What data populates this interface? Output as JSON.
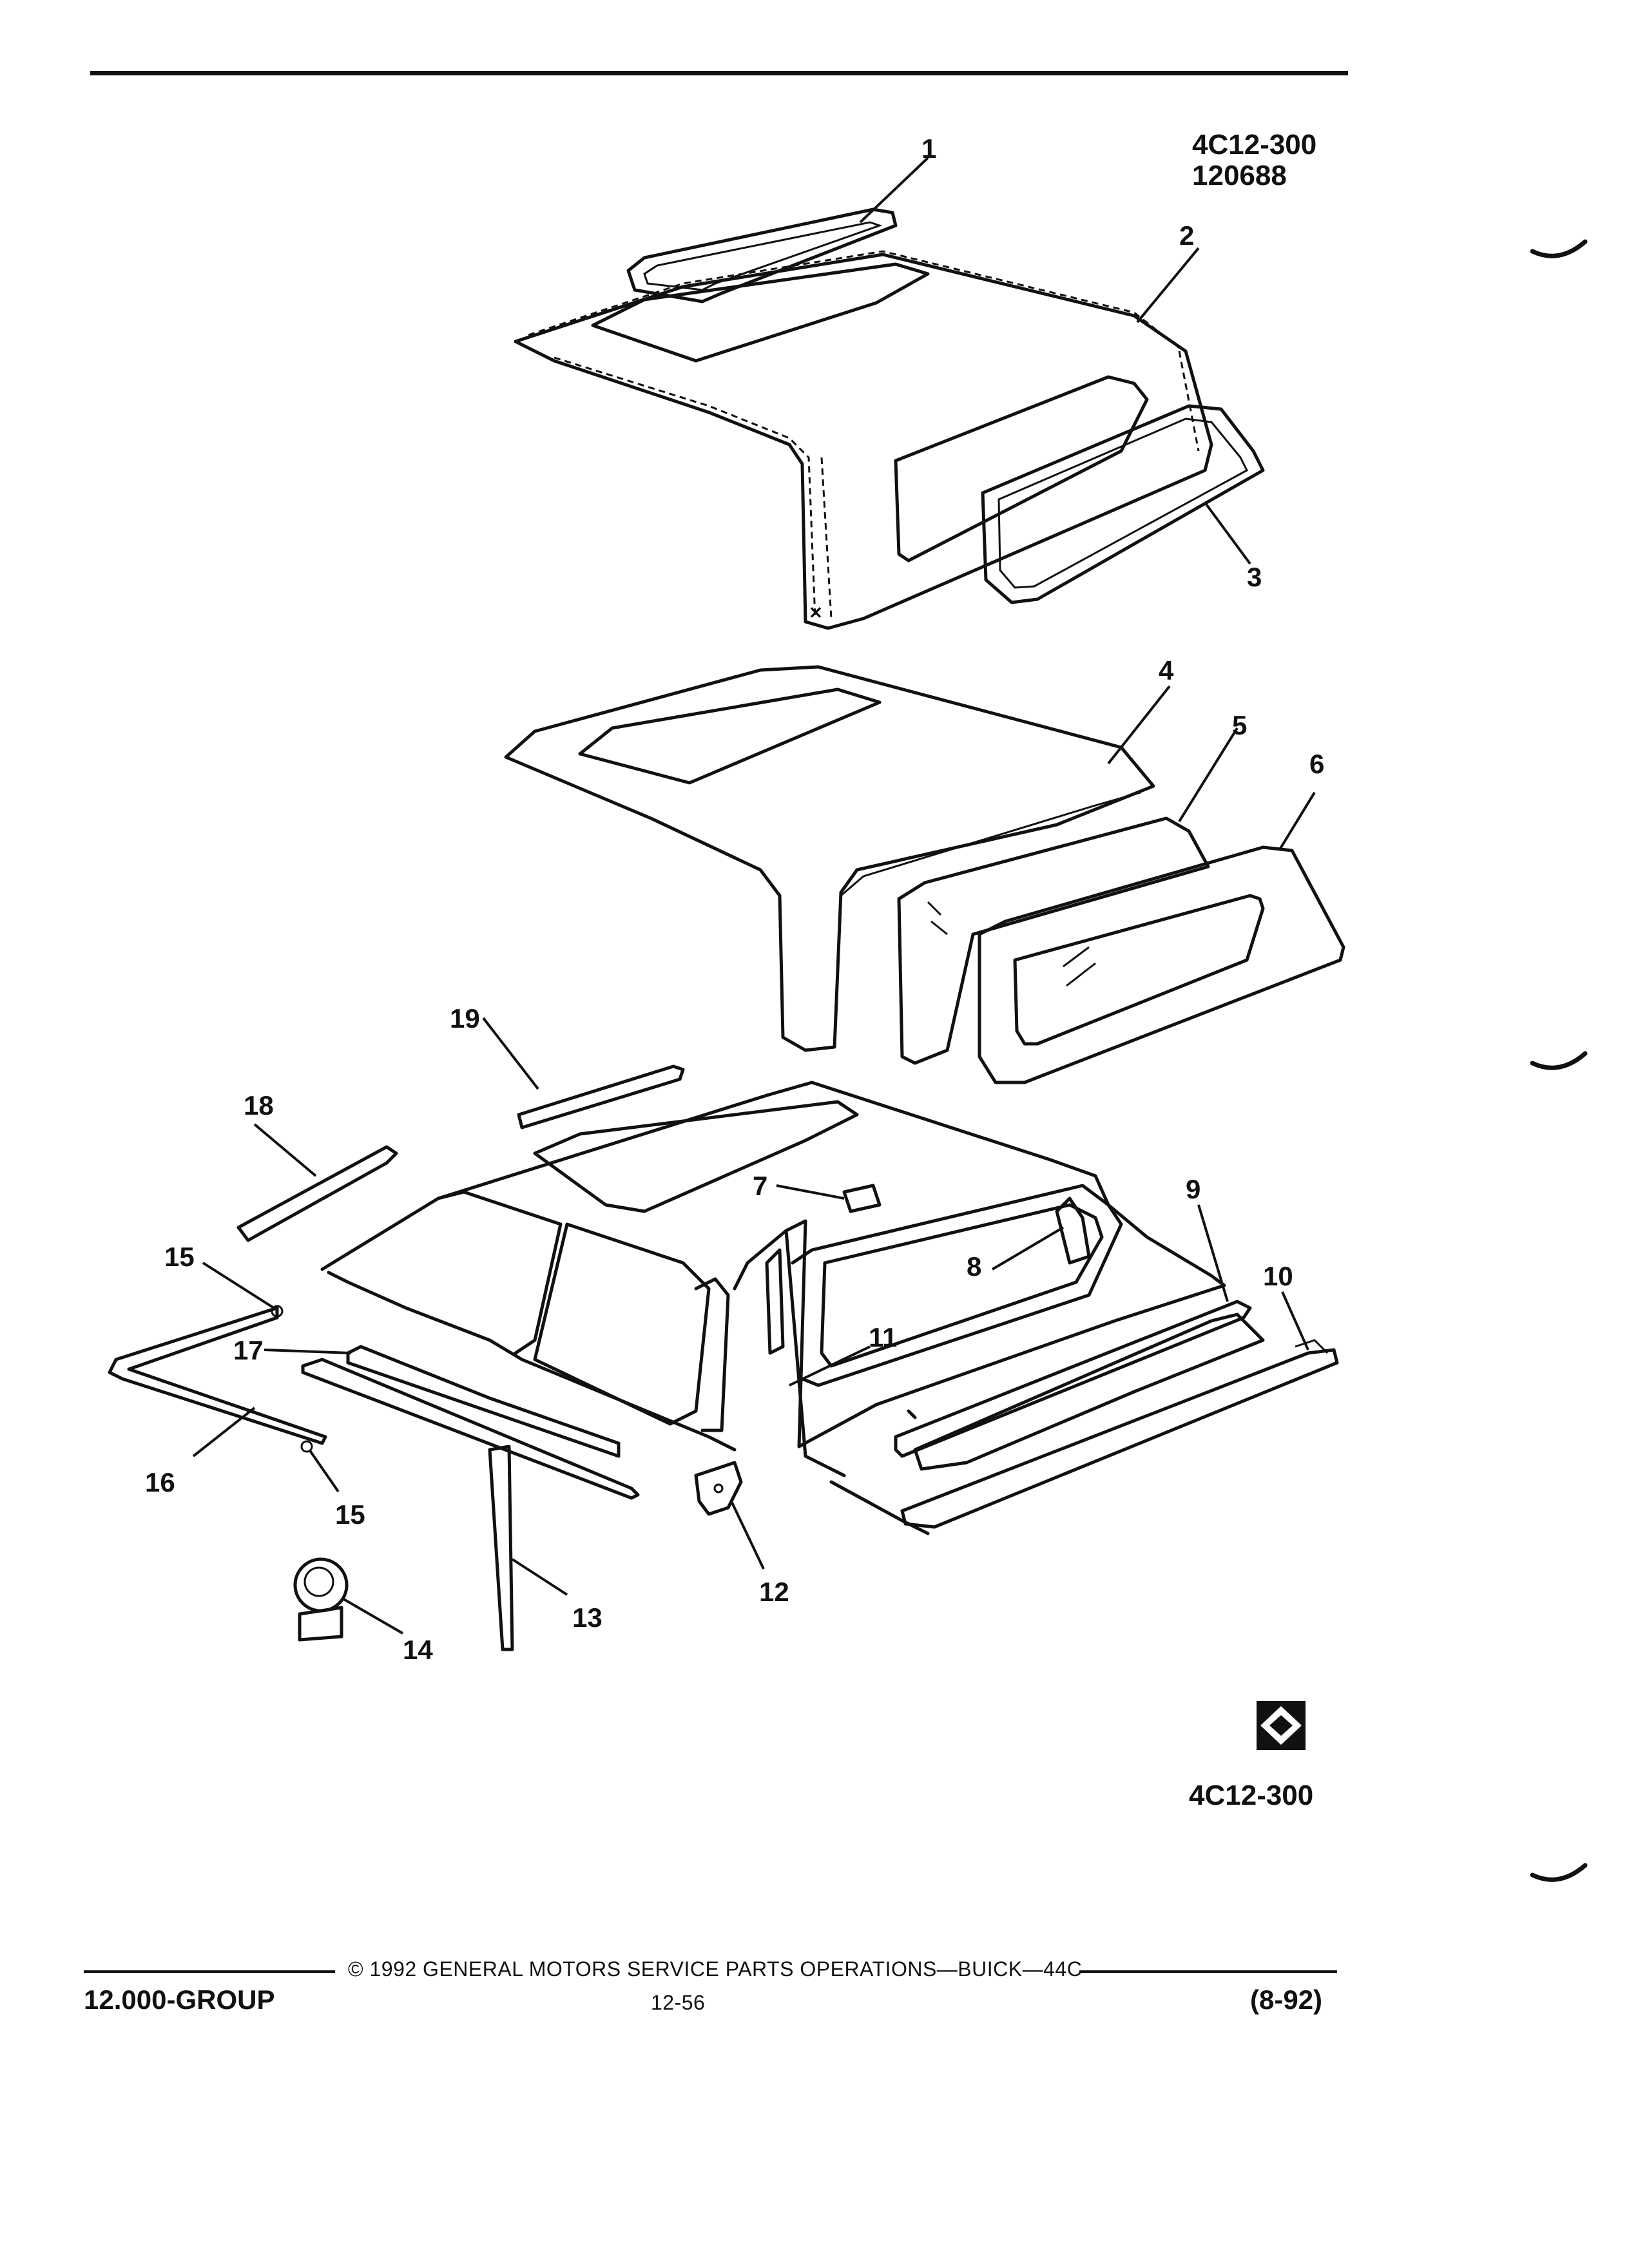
{
  "header": {
    "illustration_code": "4C12-300",
    "illustration_date": "120688"
  },
  "diagram": {
    "callouts": [
      "1",
      "2",
      "3",
      "4",
      "5",
      "6",
      "7",
      "8",
      "9",
      "10",
      "11",
      "12",
      "13",
      "14",
      "15",
      "15",
      "16",
      "17",
      "18",
      "19"
    ],
    "bottom_code": "4C12-300",
    "colors": {
      "ink": "#111111",
      "paper": "#ffffff"
    }
  },
  "footer": {
    "copyright": "© 1992 GENERAL MOTORS SERVICE PARTS OPERATIONS—BUICK—44C",
    "group": "12.000-GROUP",
    "page": "12-56",
    "revision": "(8-92)"
  }
}
